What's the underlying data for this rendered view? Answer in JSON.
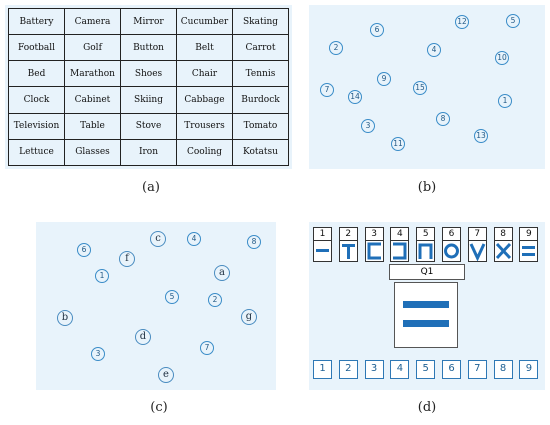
{
  "captions": {
    "a": "(a)",
    "b": "(b)",
    "c": "(c)",
    "d": "(d)"
  },
  "panel_a": {
    "rows": [
      [
        "Battery",
        "Camera",
        "Mirror",
        "Cucumber",
        "Skating"
      ],
      [
        "Football",
        "Golf",
        "Button",
        "Belt",
        "Carrot"
      ],
      [
        "Bed",
        "Marathon",
        "Shoes",
        "Chair",
        "Tennis"
      ],
      [
        "Clock",
        "Cabinet",
        "Skiing",
        "Cabbage",
        "Burdock"
      ],
      [
        "Television",
        "Table",
        "Stove",
        "Trousers",
        "Tomato"
      ],
      [
        "Lettuce",
        "Glasses",
        "Iron",
        "Cooling",
        "Kotatsu"
      ]
    ]
  },
  "panel_b": {
    "circles": [
      "1",
      "2",
      "3",
      "4",
      "5",
      "6",
      "7",
      "8",
      "9",
      "10",
      "11",
      "12",
      "13",
      "14",
      "15"
    ]
  },
  "panel_c": {
    "circles": [
      "1",
      "2",
      "3",
      "4",
      "5",
      "6",
      "7",
      "8",
      "a",
      "b",
      "c",
      "d",
      "e",
      "f",
      "g"
    ]
  },
  "panel_d": {
    "question_label": "Q1",
    "key_numbers": [
      "1",
      "2",
      "3",
      "4",
      "5",
      "6",
      "7",
      "8",
      "9"
    ],
    "key_symbols": [
      "dash",
      "t-shape",
      "bracket-left",
      "bracket-right",
      "pi-shape",
      "circle",
      "v-shape",
      "x-shape",
      "equals"
    ],
    "target_symbol": "equals",
    "answer_buttons": [
      "1",
      "2",
      "3",
      "4",
      "5",
      "6",
      "7",
      "8",
      "9"
    ],
    "accent_color": "#1f6fb8"
  }
}
